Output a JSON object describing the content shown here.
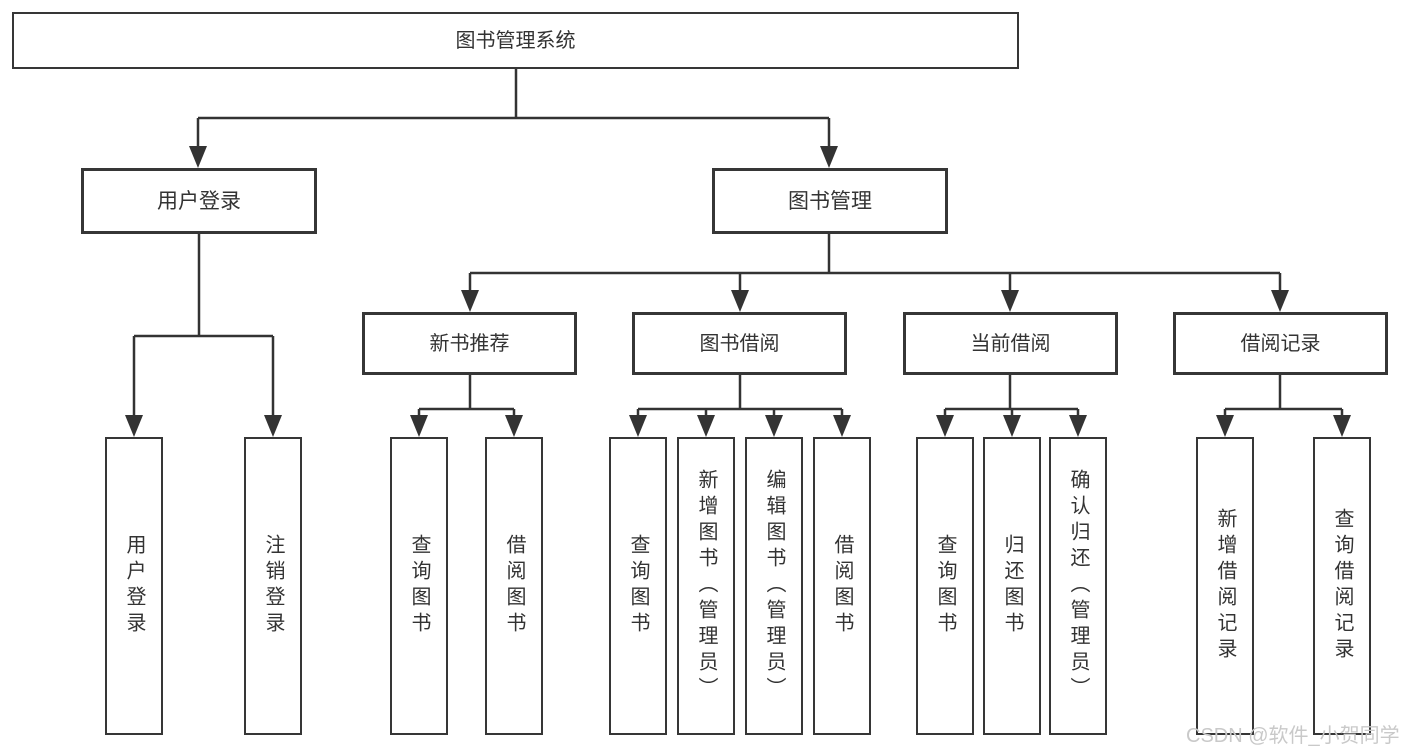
{
  "tree": {
    "label": "图书管理系统",
    "children": [
      {
        "label": "用户登录",
        "children": [
          {
            "label": "用户登录"
          },
          {
            "label": "注销登录"
          }
        ]
      },
      {
        "label": "图书管理",
        "children": [
          {
            "label": "新书推荐",
            "children": [
              {
                "label": "查询图书"
              },
              {
                "label": "借阅图书"
              }
            ]
          },
          {
            "label": "图书借阅",
            "children": [
              {
                "label": "查询图书"
              },
              {
                "label": "新增图书（管理员）"
              },
              {
                "label": "编辑图书（管理员）"
              },
              {
                "label": "借阅图书"
              }
            ]
          },
          {
            "label": "当前借阅",
            "children": [
              {
                "label": "查询图书"
              },
              {
                "label": "归还图书"
              },
              {
                "label": "确认归还（管理员）"
              }
            ]
          },
          {
            "label": "借阅记录",
            "children": [
              {
                "label": "新增借阅记录"
              },
              {
                "label": "查询借阅记录"
              }
            ]
          }
        ]
      }
    ]
  },
  "colors": {
    "line": "#333333",
    "border": "#363636",
    "text": "#333333",
    "watermark": "#c9c9c9",
    "background": "#ffffff"
  },
  "watermark": {
    "text": "CSDN @软件_小贺同学"
  }
}
